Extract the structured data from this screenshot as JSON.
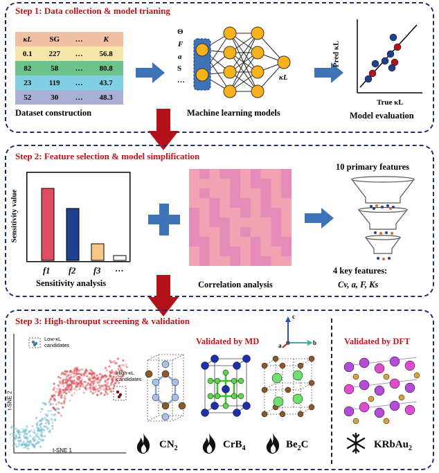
{
  "step1": {
    "title": "Step 1: Data collection & model trianing",
    "table_header": [
      "κL",
      "SG",
      "…",
      "K"
    ],
    "table_rows": [
      [
        "0.1",
        "227",
        "…",
        "56.8"
      ],
      [
        "82",
        "58",
        "…",
        "80.8"
      ],
      [
        "23",
        "119",
        "…",
        "43.7"
      ],
      [
        "52",
        "30",
        "…",
        "48.3"
      ]
    ],
    "row_colors": [
      "#f7e4a8",
      "#6cc48c",
      "#7fd0e4",
      "#a9b0d6"
    ],
    "header_color": "#f2c1a4",
    "dataset_label": "Dataset construction",
    "ml_inputs": [
      "Θ",
      "F",
      "a",
      "S",
      "…"
    ],
    "ml_output": "κL",
    "ml_label": "Machine learning models",
    "eval_label": "Model evaluation",
    "eval_xlabel": "True κL",
    "eval_ylabel": "Pred κL"
  },
  "step2": {
    "title": "Step 2: Feature selection & model simplification",
    "sens_ylabel": "Sensitivity value",
    "sens_ticks": [
      "f1",
      "f2",
      "f3",
      "…"
    ],
    "sens_label": "Sensitivity analysis",
    "corr_label": "Correlation analysis",
    "primary_label": "10 primary features",
    "key_label": "4 key features:",
    "key_features": "Cv, a, F, Ks"
  },
  "step3": {
    "title": "Step 3: High-throuput screening & validation",
    "low_label": "Low-κL candidates",
    "high_label": "High-κL candidates",
    "tsne_x": "t-SNE 1",
    "tsne_y": "t-SNE 2",
    "md_label": "Validated by MD",
    "dft_label": "Validated by DFT",
    "compounds": [
      "CN2",
      "CrB4",
      "Be2C",
      "KRbAu2"
    ],
    "axis_c": "c",
    "axis_a": "a",
    "axis_b": "b"
  },
  "colors": {
    "panel_border": "#1f2f6b",
    "title_red": "#c0141b",
    "arrow_blue": "#3f73b7",
    "arrow_red": "#b3121b"
  }
}
